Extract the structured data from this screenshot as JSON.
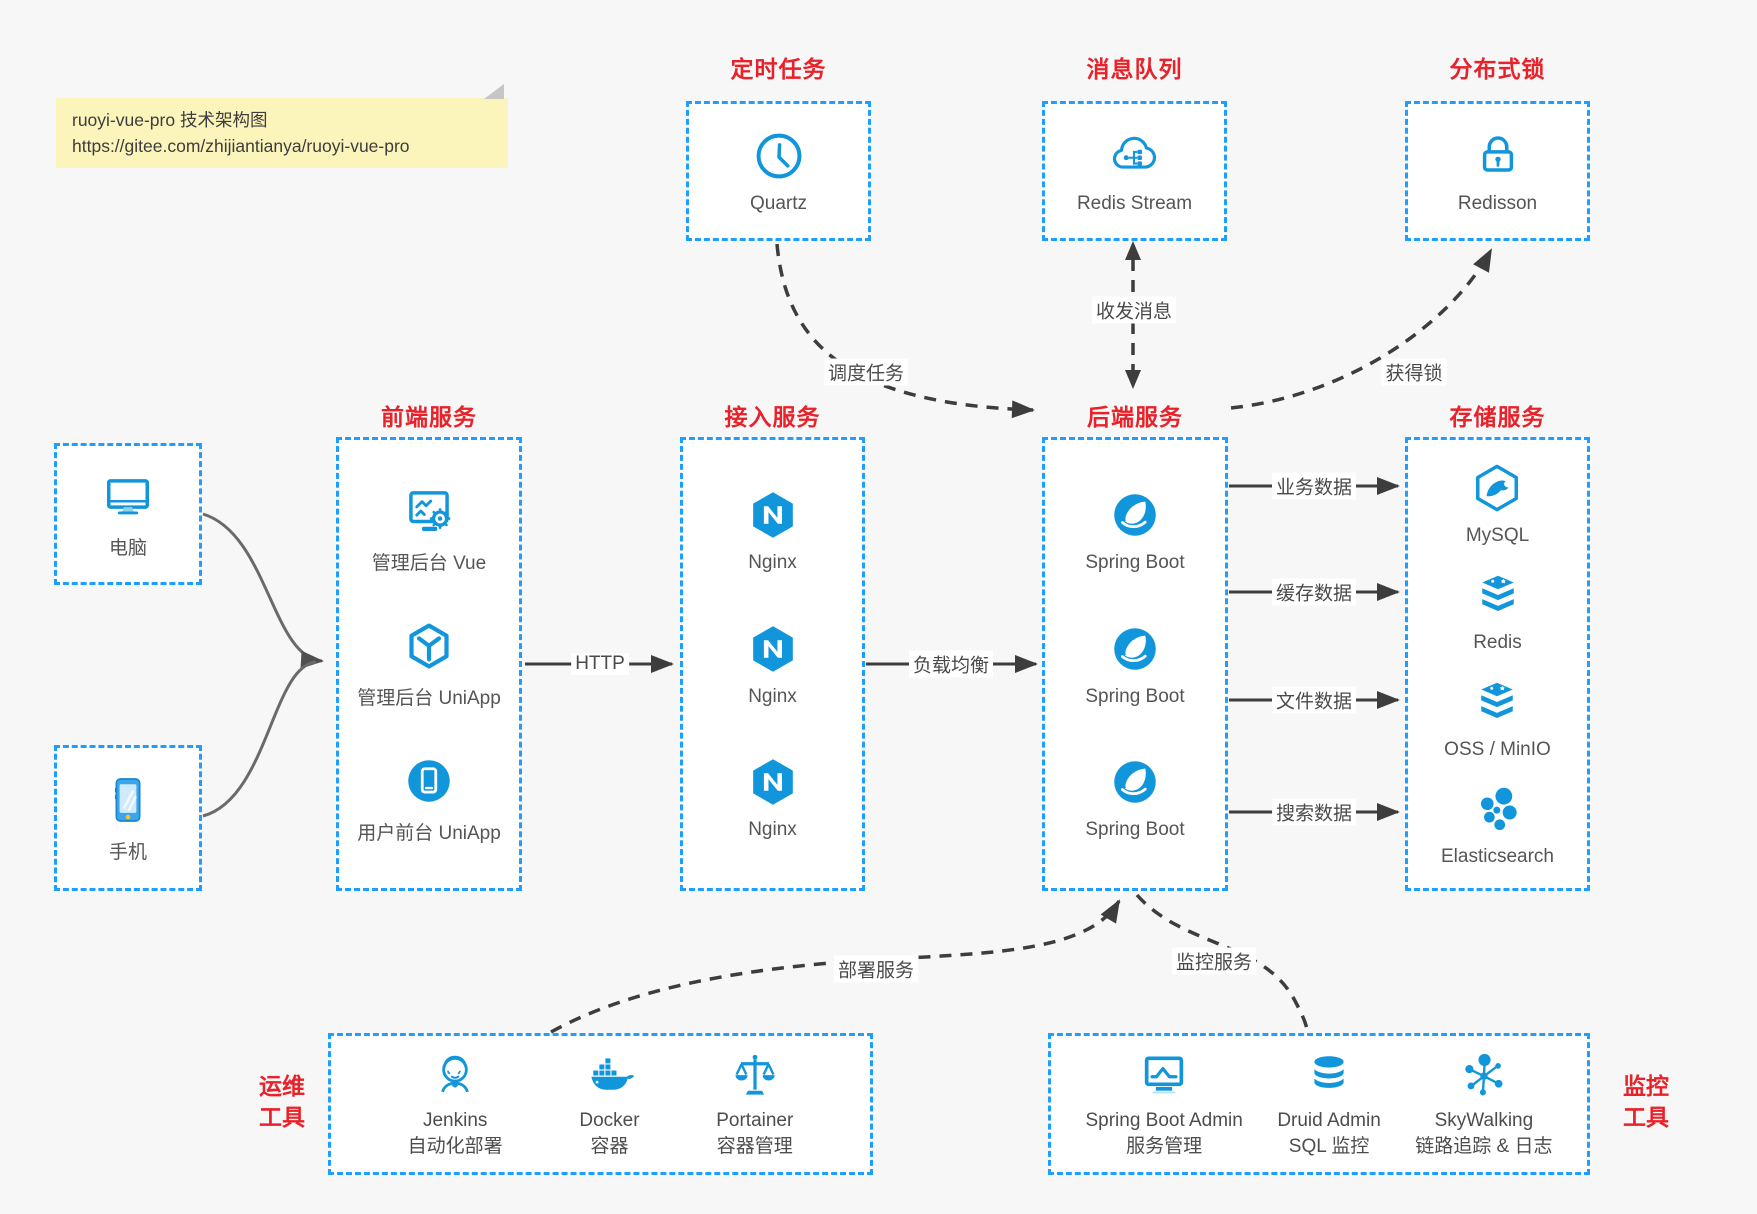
{
  "note": {
    "line1": "ruoyi-vue-pro 技术架构图",
    "line2": "https://gitee.com/zhijiantianya/ruoyi-vue-pro"
  },
  "top_groups": [
    {
      "title": "定时任务",
      "item": {
        "label": "Quartz",
        "icon": "clock-icon"
      }
    },
    {
      "title": "消息队列",
      "item": {
        "label": "Redis Stream",
        "icon": "cloud-queue-icon"
      }
    },
    {
      "title": "分布式锁",
      "item": {
        "label": "Redisson",
        "icon": "lock-icon"
      }
    }
  ],
  "clients": [
    {
      "label": "电脑",
      "icon": "desktop-icon"
    },
    {
      "label": "手机",
      "icon": "smartphone-icon"
    }
  ],
  "service_columns": [
    {
      "title": "前端服务",
      "items": [
        {
          "label": "管理后台 Vue"
        },
        {
          "label": "管理后台 UniApp"
        },
        {
          "label": "用户前台 UniApp"
        }
      ]
    },
    {
      "title": "接入服务",
      "items": [
        {
          "label": "Nginx"
        },
        {
          "label": "Nginx"
        },
        {
          "label": "Nginx"
        }
      ]
    },
    {
      "title": "后端服务",
      "items": [
        {
          "label": "Spring Boot"
        },
        {
          "label": "Spring Boot"
        },
        {
          "label": "Spring Boot"
        }
      ]
    },
    {
      "title": "存储服务",
      "items": [
        {
          "label": "MySQL"
        },
        {
          "label": "Redis"
        },
        {
          "label": "OSS / MinIO"
        },
        {
          "label": "Elasticsearch"
        }
      ]
    }
  ],
  "edges": {
    "http": "HTTP",
    "load_balance": "负载均衡",
    "business_data": "业务数据",
    "cache_data": "缓存数据",
    "file_data": "文件数据",
    "search_data": "搜索数据",
    "schedule_task": "调度任务",
    "send_receive_message": "收发消息",
    "acquire_lock": "获得锁",
    "deploy_service": "部署服务",
    "monitor_service": "监控服务"
  },
  "ops_group": {
    "side_label": {
      "line1": "运维",
      "line2": "工具"
    },
    "items": [
      {
        "name": "Jenkins",
        "desc": "自动化部署"
      },
      {
        "name": "Docker",
        "desc": "容器"
      },
      {
        "name": "Portainer",
        "desc": "容器管理"
      }
    ]
  },
  "monitor_group": {
    "side_label": {
      "line1": "监控",
      "line2": "工具"
    },
    "items": [
      {
        "name": "Spring Boot Admin",
        "desc": "服务管理"
      },
      {
        "name": "Druid Admin",
        "desc": "SQL 监控"
      },
      {
        "name": "SkyWalking",
        "desc": "链路追踪 & 日志"
      }
    ]
  },
  "colors": {
    "border_blue": "#1e9fff",
    "icon_blue": "#1296db",
    "title_red": "#e8222a",
    "note_yellow": "#fbf5bb",
    "arrow_dark": "#3d3d3d"
  }
}
